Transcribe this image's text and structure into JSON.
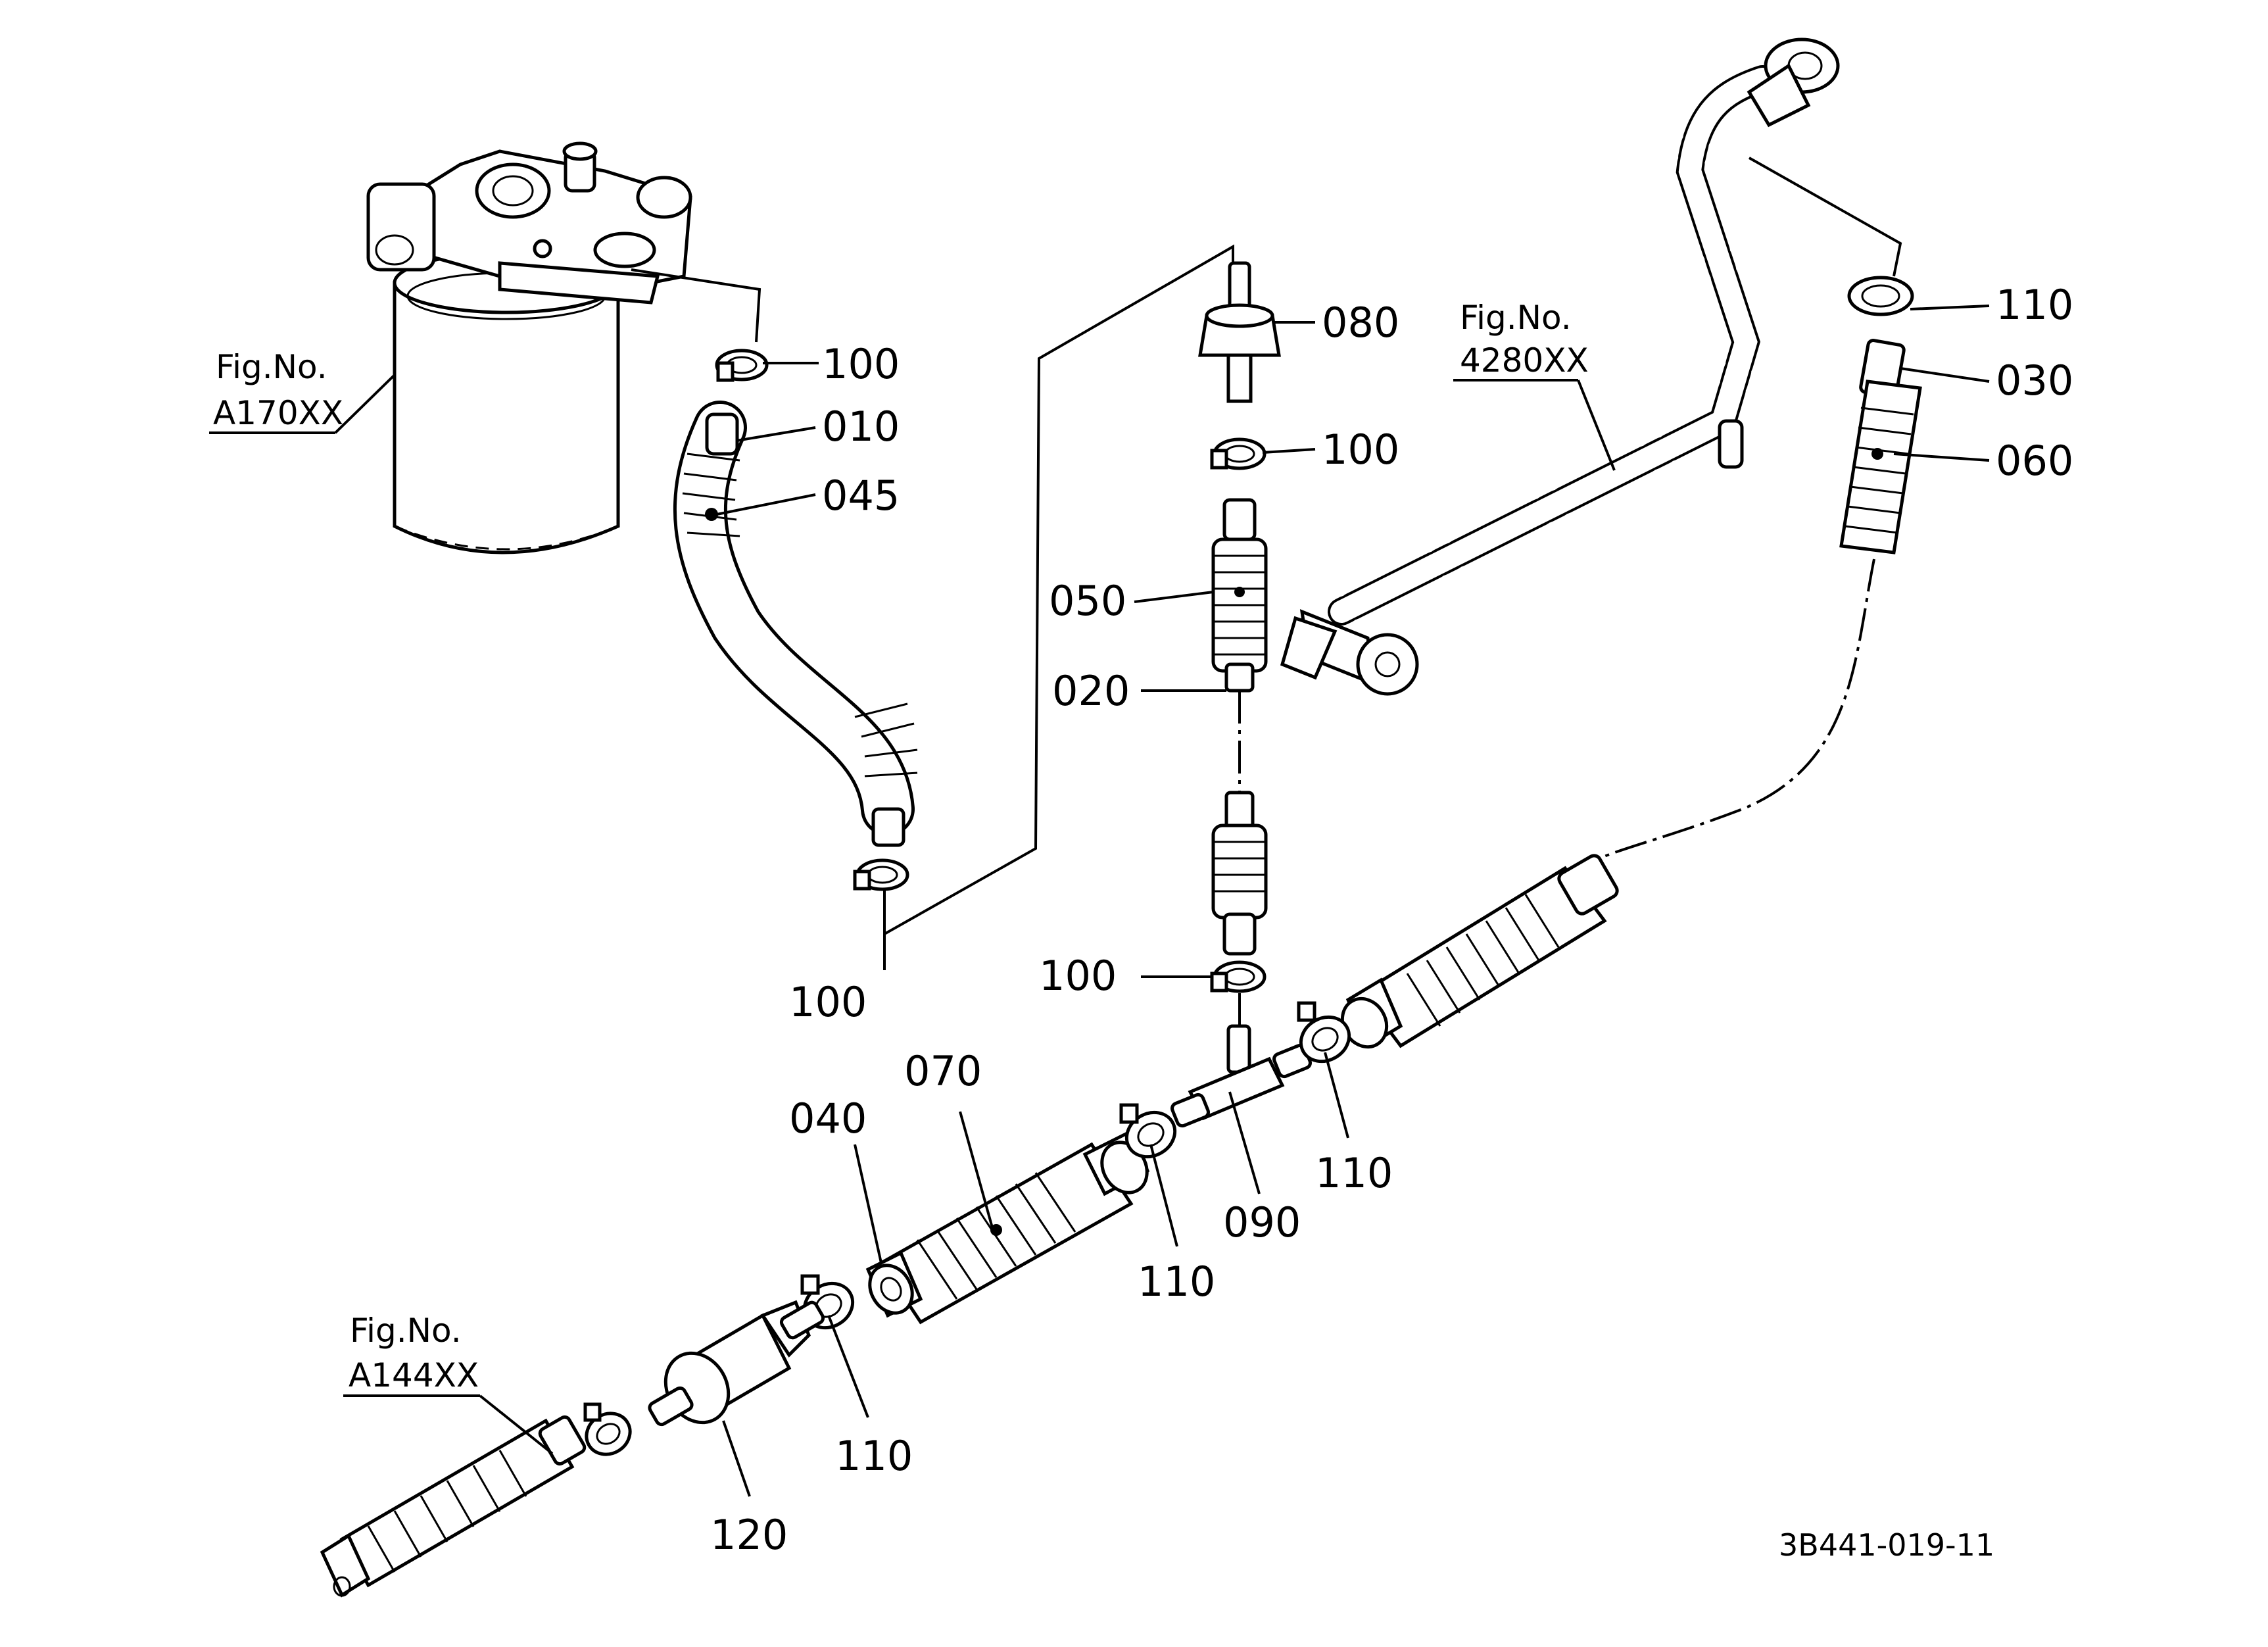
{
  "figure_refs": [
    {
      "id": "filter",
      "line1": "Fig.No.",
      "line2": "A170XX"
    },
    {
      "id": "pipe",
      "line1": "Fig.No.",
      "line2": "4280XX"
    },
    {
      "id": "pump",
      "line1": "Fig.No.",
      "line2": "A144XX"
    }
  ],
  "parts": [
    {
      "id": "p100a",
      "label": "100"
    },
    {
      "id": "p010",
      "label": "010"
    },
    {
      "id": "p045",
      "label": "045"
    },
    {
      "id": "p100b",
      "label": "100"
    },
    {
      "id": "p080",
      "label": "080"
    },
    {
      "id": "p100c",
      "label": "100"
    },
    {
      "id": "p050",
      "label": "050"
    },
    {
      "id": "p020",
      "label": "020"
    },
    {
      "id": "p100d",
      "label": "100"
    },
    {
      "id": "p110a",
      "label": "110"
    },
    {
      "id": "p030",
      "label": "030"
    },
    {
      "id": "p060",
      "label": "060"
    },
    {
      "id": "p070",
      "label": "070"
    },
    {
      "id": "p040",
      "label": "040"
    },
    {
      "id": "p110b",
      "label": "110"
    },
    {
      "id": "p090",
      "label": "090"
    },
    {
      "id": "p110c",
      "label": "110"
    },
    {
      "id": "p110d",
      "label": "110"
    },
    {
      "id": "p120",
      "label": "120"
    }
  ],
  "drawing_code": "3B441-019-11"
}
